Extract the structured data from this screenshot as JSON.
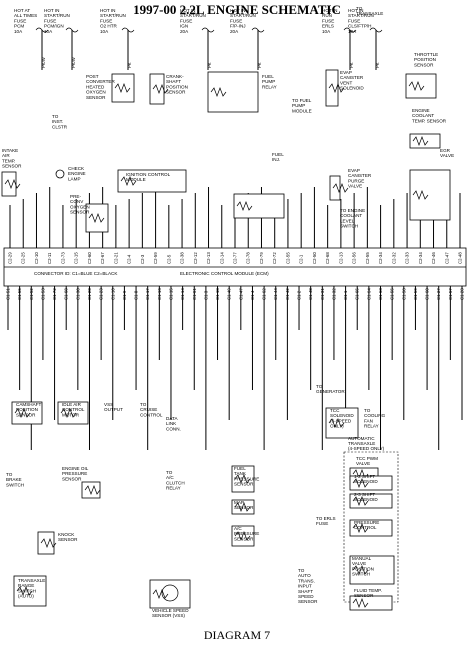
{
  "title": "1997-00 2.2L ENGINE SCHEMATIC",
  "footer": "DIAGRAM 7",
  "fuses": [
    {
      "id": "fuse-pcm",
      "label": "HOT AT\nALL TIMES\nFUSE\nPCM\n10A",
      "wire": "PK/W"
    },
    {
      "id": "fuse-pcm-ign",
      "label": "HOT IN\nSTART/RUN\nFUSE\nPCM/IGN\n10A",
      "wire": "PK/W"
    },
    {
      "id": "fuse-o2",
      "label": "HOT IN\nSTART/RUN\nFUSE\nO2 HTR\n10A",
      "wire": "PK"
    },
    {
      "id": "fuse-ign",
      "label": "HOT IN\nSTART/RUN\nFUSE\nIGN\n20A",
      "wire": "PK"
    },
    {
      "id": "fuse-fpinj",
      "label": "HOT IN\nSTART/RUN\nFUSE\nF/P-INJ\n20A",
      "wire": "PK"
    },
    {
      "id": "fuse-ign2",
      "label": "HOT IN\nRUN\nFUSE\nERLS\n10A",
      "wire": "PK"
    },
    {
      "id": "fuse-clstr",
      "label": "HOT IN\nSTART/RUN\nFUSE\nCLS/FTP/H\n10A",
      "wire": "PK"
    }
  ],
  "top_labels": {
    "to_transaxle": "TO\nTRANSAXLE",
    "to_inst_clstr": "TO\nINST.\nCLSTR",
    "to_fuel_pump_module": "TO FUEL\nPUMP\nMODULE",
    "to_engine_coolant": "TO ENGINE\nCOOLANT\nLEVEL\nSWITCH"
  },
  "components": {
    "post_o2": "POST\nCONVERTER\nHEATED\nOXYGEN\nSENSOR",
    "crankshaft": "CRANK-\nSHAFT\nPOSITION\nSENSOR",
    "fuel_pump_relay": "FUEL\nPUMP\nRELAY",
    "evap_vent": "EVAP\nCANISTER\nVENT\nSOLENOID",
    "throttle": "THROTTLE\nPOSITION\nSENSOR",
    "coolant_temp": "ENGINE\nCOOLANT\nTEMP. SENSOR",
    "egr": "EGR\nVALVE",
    "iat": "INTAKE\nAIR\nTEMP.\nSENSOR",
    "check_engine": "CHECK\nENGINE\nLAMP",
    "pre_conv_o2": "PRE-\nCONV\nOXYGEN\nSENSOR",
    "icm": "IGNITION CONTROL\nMODULE",
    "fuel_inj": "FUEL\nINJ.",
    "evap_purge": "EVAP\nCANISTER\nPURGE\nVALVE"
  },
  "ecm": {
    "connector_label": "CONNECTOR ID: C1=BLUE C2=BLACK",
    "module_label": "ELECTRONIC CONTROL MODULE (ECM)",
    "top_pins": [
      "C2-29",
      "C2-25",
      "C2-10",
      "C2-11",
      "C2-73",
      "C2-15",
      "C2-60",
      "C2-67",
      "C2-21",
      "C2-4",
      "C2-3",
      "C2-59",
      "C2-5",
      "C2-38",
      "C2-12",
      "C2-13",
      "C2-14",
      "C2-77",
      "C2-78",
      "C2-79",
      "C2-72",
      "C2-55",
      "C2-1",
      "C2-50",
      "C2-68",
      "C2-13",
      "C2-56",
      "C2-55",
      "C2-34",
      "C2-32",
      "C2-33",
      "C2-34",
      "C2-46",
      "C2-47",
      "C2-48"
    ],
    "bottom_pins": [
      "C1-51",
      "C1-55",
      "C1-52",
      "C1-53",
      "C1-72",
      "C1-68",
      "C1-30",
      "C1-20",
      "C1-23",
      "C1-10",
      "C1-9",
      "C1-8",
      "C1-17",
      "C1-16",
      "C1-15",
      "C1-14",
      "C1-61",
      "C1-3",
      "C1-18",
      "C1-49",
      "C1-47",
      "C1-4",
      "C1-62",
      "C1-44",
      "C1-42",
      "C1-2",
      "C1-48",
      "C1-31",
      "C1-32",
      "C1-1",
      "C1-65",
      "C1-64",
      "C1-63",
      "C1-55",
      "C1-58",
      "C1-59",
      "C1-60",
      "C1-27",
      "C1-57",
      "C1-28"
    ]
  },
  "bottom_components": {
    "camshaft": "CAMSHAFT\nPOSITION\nSENSOR",
    "iac": "IDLE AIR\nCONTROL\nMOTOR",
    "vss": "VSS\nOUTPUT",
    "cruise": "TO\nCRUISE\nCONTROL",
    "dlc": "DATA\nLINK\nCONN.",
    "to_brake": "TO\nBRAKE\nSWITCH",
    "oil_pressure": "ENGINE OIL\nPRESSURE\nSENSOR",
    "ac_clutch": "TO\nA/C\nCLUTCH\nRELAY",
    "fuel_tank_pressure": "FUEL\nTANK\nPRESSURE\nSENSOR",
    "map": "MAP\nSENSOR",
    "ac_pressure": "A/C\nPRESSURE\nSENSOR",
    "knock": "KNOCK\nSENSOR",
    "range_switch": "TRANSAXLE\nRANGE\nSWITCH\n(AUTO)",
    "vss_sensor": "VEHICLE SPEED\nSENSOR (VSS)",
    "to_generator": "TO\nGENERATOR",
    "tcc_solenoid": "TCC\nSOLENOID\n(3-SPEED\nONLY)",
    "cooling_fan": "TO\nCOOLING\nFAN\nRELAY",
    "auto_transaxle": "AUTOMATIC\nTRANSAXLE\n(4-SPEED ONLY)",
    "tcc_pwm": "TCC PWM\nVALVE",
    "shift_1_2": "1-2 SHIFT\nSOLENOID",
    "shift_2_3": "2-3 SHIFT\nSOLENOID",
    "pressure_control": "PRESSURE\nCONTROL",
    "manual_valve": "MANUAL\nVALVE\nPOSITION\nSWITCH",
    "fluid_temp": "FLUID TEMP.\nSENSOR",
    "to_erls": "TO ERLS\nFUSE",
    "to_auto_trans_speed": "TO\nAUTO\nTRANS.\nINPUT\nSHAFT\nSPEED\nSENSOR"
  }
}
